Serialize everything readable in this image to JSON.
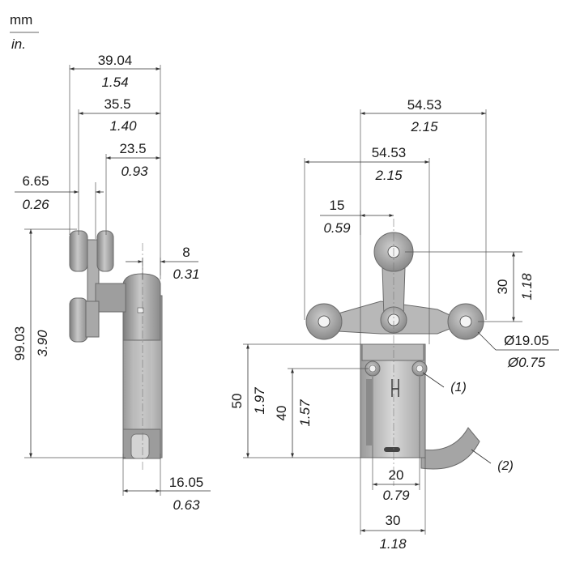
{
  "units": {
    "primary": "mm",
    "secondary": "in."
  },
  "side_view": {
    "overall_width": {
      "mm": "39.04",
      "in": "1.54"
    },
    "wheel_span": {
      "mm": "35.5",
      "in": "1.40"
    },
    "body_offset": {
      "mm": "23.5",
      "in": "0.93"
    },
    "wheel_offset": {
      "mm": "6.65",
      "in": "0.26"
    },
    "pin_width": {
      "mm": "8",
      "in": "0.31"
    },
    "overall_height": {
      "mm": "99.03",
      "in": "3.90"
    },
    "base_depth": {
      "mm": "16.05",
      "in": "0.63"
    }
  },
  "front_view": {
    "arm_span_right": {
      "mm": "54.53",
      "in": "2.15"
    },
    "arm_span_left": {
      "mm": "54.53",
      "in": "2.15"
    },
    "arm_offset": {
      "mm": "15",
      "in": "0.59"
    },
    "wheel_height": {
      "mm": "30",
      "in": "1.18"
    },
    "wheel_diameter": {
      "mm": "Ø19.05",
      "in": "Ø0.75"
    },
    "body_height": {
      "mm": "50",
      "in": "1.97"
    },
    "mount_height": {
      "mm": "40",
      "in": "1.57"
    },
    "hole_spacing": {
      "mm": "20",
      "in": "0.79"
    },
    "body_width": {
      "mm": "30",
      "in": "1.18"
    },
    "callout_1": "(1)",
    "callout_2": "(2)"
  }
}
